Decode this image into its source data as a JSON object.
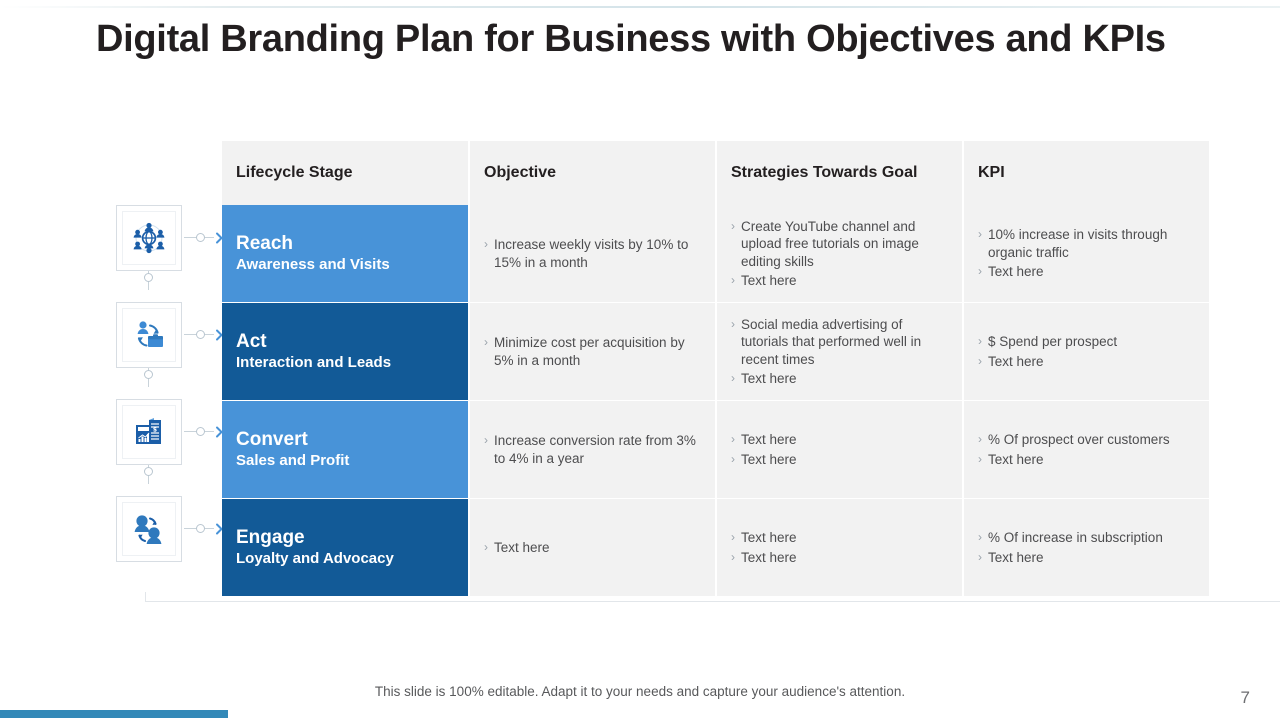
{
  "slide": {
    "title": "Digital Branding Plan for Business with Objectives and KPIs",
    "footer_note": "This slide is 100% editable. Adapt it to your needs and capture your audience's attention.",
    "page_number": "7",
    "accent_color": "#3389b8",
    "stage_light_color": "#4893d8",
    "stage_dark_color": "#125a97",
    "cell_bg_color": "#f2f2f2"
  },
  "table": {
    "headers": [
      {
        "label": "Lifecycle Stage"
      },
      {
        "label": "Objective"
      },
      {
        "label": "Strategies Towards Goal"
      },
      {
        "label": "KPI"
      }
    ],
    "rows": [
      {
        "stage_title": "Reach",
        "stage_sub": "Awareness and Visits",
        "stage_tone": "light",
        "icon": "global-network-icon",
        "objective": [
          "Increase weekly visits by 10% to 15% in a month"
        ],
        "strategies": [
          "Create YouTube channel and upload free tutorials on image editing skills",
          "Text here"
        ],
        "kpi": [
          "10% increase in visits through organic traffic",
          "Text here"
        ]
      },
      {
        "stage_title": "Act",
        "stage_sub": "Interaction and Leads",
        "stage_tone": "dark",
        "icon": "user-exchange-icon",
        "objective": [
          "Minimize cost per acquisition by 5% in a month"
        ],
        "strategies": [
          "Social media advertising of tutorials that performed well in recent times",
          "Text here"
        ],
        "kpi": [
          "$ Spend per prospect",
          "Text here"
        ]
      },
      {
        "stage_title": "Convert",
        "stage_sub": "Sales and Profit",
        "stage_tone": "light",
        "icon": "financial-report-icon",
        "objective": [
          "Increase conversion rate from 3% to 4% in a year"
        ],
        "strategies": [
          "Text here",
          "Text here"
        ],
        "kpi": [
          "% Of prospect over customers",
          "Text here"
        ]
      },
      {
        "stage_title": "Engage",
        "stage_sub": "Loyalty and Advocacy",
        "stage_tone": "dark",
        "icon": "people-loyalty-icon",
        "objective": [
          "Text here"
        ],
        "strategies": [
          "Text here",
          "Text here"
        ],
        "kpi": [
          "% Of increase in subscription",
          "Text here"
        ]
      }
    ]
  },
  "icons": {
    "bullet_glyph": "›",
    "connector_glyph": "›››"
  }
}
